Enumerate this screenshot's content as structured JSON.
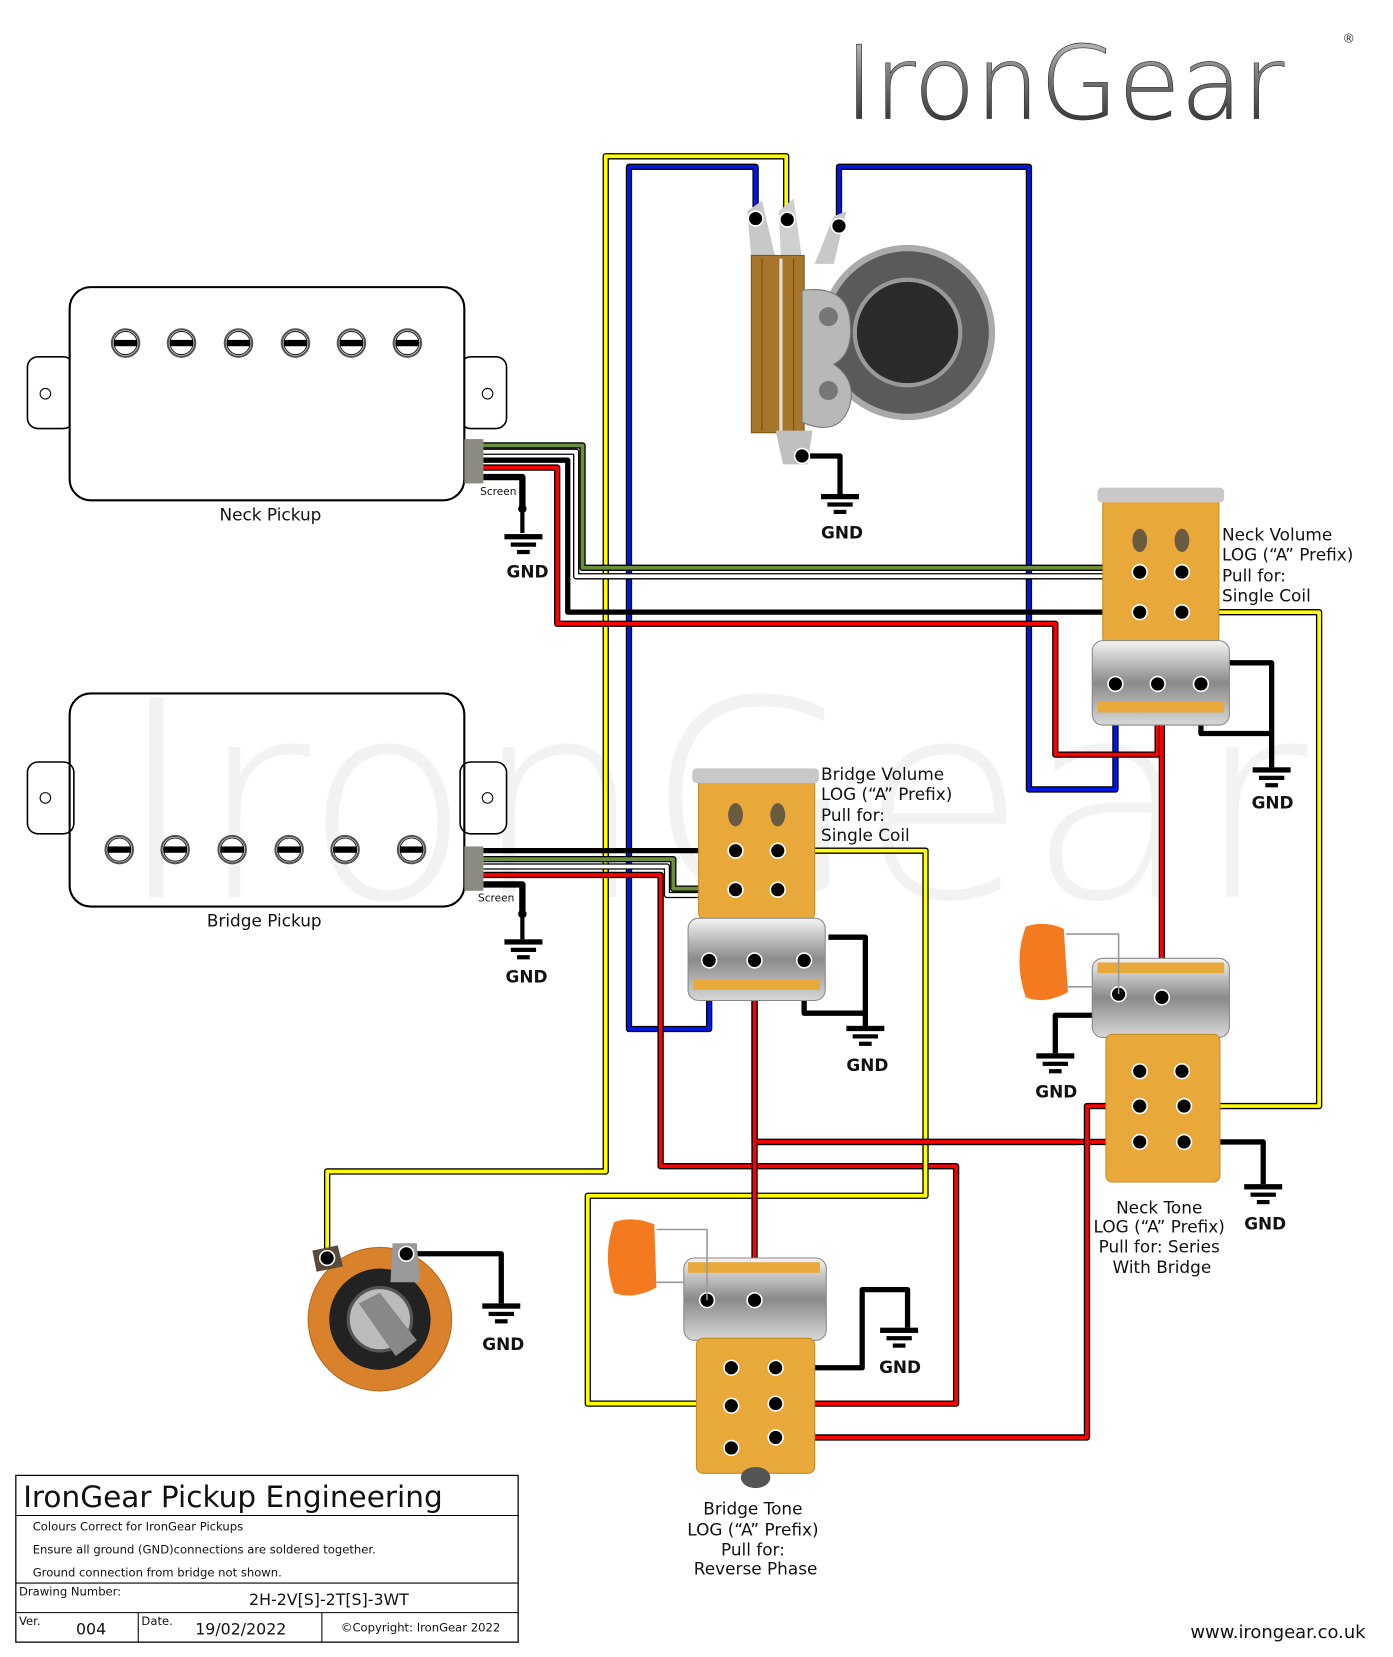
{
  "brand": {
    "logo_text": "IronGear",
    "registered_mark": "®",
    "website": "www.irongear.co.uk"
  },
  "colors": {
    "wire_yellow": "#ffff00",
    "wire_blue": "#0018e6",
    "wire_red": "#ff0000",
    "wire_black": "#000000",
    "wire_green": "#6b8e3a",
    "wire_white": "#ffffff",
    "pot_orange": "#e8a93a",
    "capacitor_orange": "#f47a1f"
  },
  "components": {
    "neck_pickup": {
      "label": "Neck Pickup",
      "screen_label": "Screen",
      "gnd_label": "GND"
    },
    "bridge_pickup": {
      "label": "Bridge Pickup",
      "screen_label": "Screen",
      "gnd_label": "GND"
    },
    "switch": {
      "gnd_label": "GND"
    },
    "neck_volume": {
      "lines": [
        "Neck Volume",
        "LOG (“A” Prefix)",
        "Pull for:",
        "Single Coil"
      ],
      "gnd_label": "GND"
    },
    "bridge_volume": {
      "lines": [
        "Bridge Volume",
        "LOG (“A” Prefix)",
        "Pull for:",
        "Single Coil"
      ],
      "gnd_label": "GND"
    },
    "neck_tone": {
      "lines": [
        "Neck Tone",
        "LOG (“A” Prefix)",
        "Pull for: Series",
        "With Bridge"
      ],
      "gnd_label": "GND",
      "cap_gnd_label": "GND"
    },
    "bridge_tone": {
      "lines": [
        "Bridge Tone",
        "LOG (“A” Prefix)",
        "Pull for:",
        "Reverse Phase"
      ],
      "gnd_label": "GND"
    },
    "output_jack": {
      "gnd_label": "GND"
    }
  },
  "title_block": {
    "title": "IronGear Pickup Engineering",
    "notes": [
      "Colours Correct for IronGear Pickups",
      "Ensure all ground (GND)connections are soldered together.",
      "Ground connection from bridge not shown."
    ],
    "drawing_number_label": "Drawing Number:",
    "drawing_number": "2H-2V[S]-2T[S]-3WT",
    "version_label": "Ver.",
    "version": "004",
    "date_label": "Date.",
    "date": "19/02/2022",
    "copyright": "©Copyright: IronGear 2022"
  }
}
